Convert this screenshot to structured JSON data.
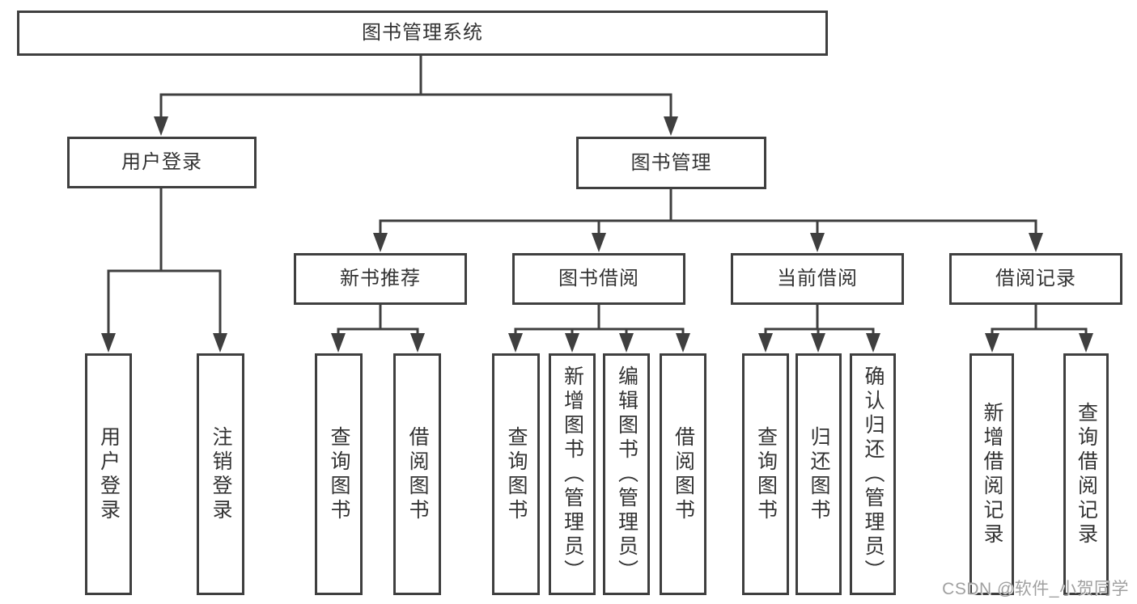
{
  "diagram": {
    "root": {
      "label": "图书管理系统"
    },
    "branches": [
      {
        "label": "用户登录",
        "leaves": [
          {
            "label": "用户登录"
          },
          {
            "label": "注销登录"
          }
        ]
      },
      {
        "label": "图书管理",
        "groups": [
          {
            "label": "新书推荐",
            "leaves": [
              {
                "label": "查询图书"
              },
              {
                "label": "借阅图书"
              }
            ]
          },
          {
            "label": "图书借阅",
            "leaves": [
              {
                "label": "查询图书"
              },
              {
                "label": "新增图书（管理员）"
              },
              {
                "label": "编辑图书（管理员）"
              },
              {
                "label": "借阅图书"
              }
            ]
          },
          {
            "label": "当前借阅",
            "leaves": [
              {
                "label": "查询图书"
              },
              {
                "label": "归还图书"
              },
              {
                "label": "确认归还（管理员）"
              }
            ]
          },
          {
            "label": "借阅记录",
            "leaves": [
              {
                "label": "新增借阅记录"
              },
              {
                "label": "查询借阅记录"
              }
            ]
          }
        ]
      }
    ]
  },
  "watermark": {
    "text": "CSDN @软件_小贺同学"
  },
  "colors": {
    "line": "#3f3f3f",
    "text": "#333333",
    "watermark": "#a0a0a0",
    "background": "#ffffff"
  }
}
